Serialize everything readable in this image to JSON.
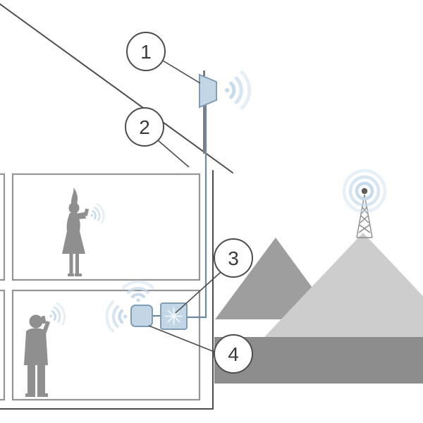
{
  "diagram": {
    "type": "cell-signal-booster-installation",
    "callouts": [
      {
        "label": "1",
        "target": "outdoor-antenna"
      },
      {
        "label": "2",
        "target": "coax-cable"
      },
      {
        "label": "3",
        "target": "signal-booster"
      },
      {
        "label": "4",
        "target": "indoor-antenna"
      }
    ],
    "colors": {
      "outline": "#4d4d4d",
      "room_outline": "#949494",
      "signal": "#c3d9ea",
      "device_fill": "#c3d6e5",
      "device_stroke": "#7f9db4",
      "cable": "#6d8a9e",
      "silhouette": "#8f8f8f",
      "mountain_near": "#9e9e9e",
      "mountain_far": "#cdcdcd",
      "ridge_band": "#8d8d8d"
    }
  }
}
